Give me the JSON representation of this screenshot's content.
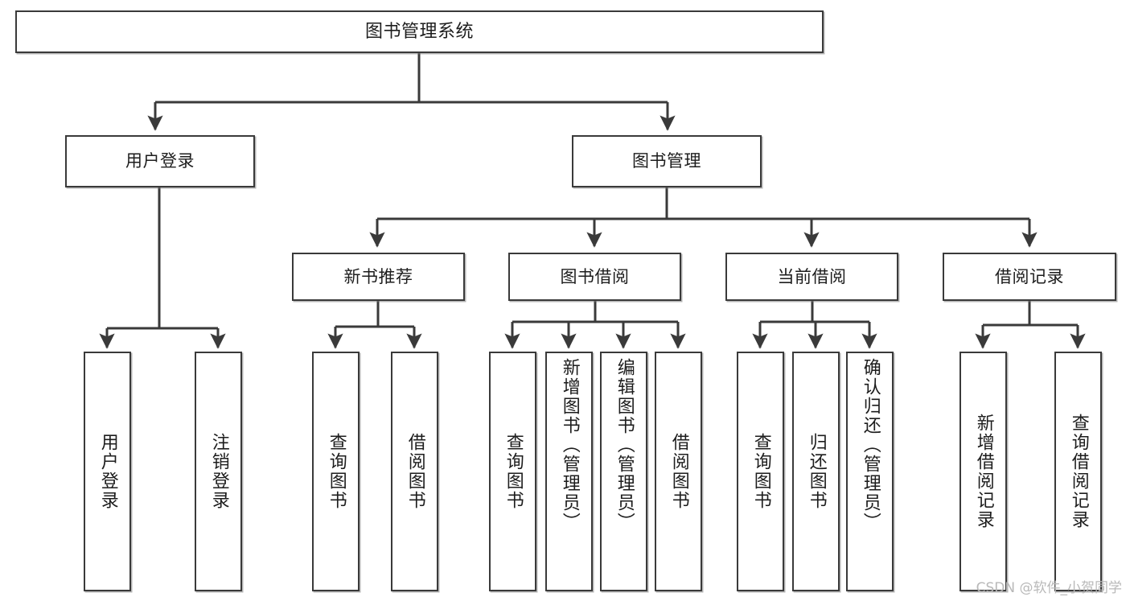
{
  "diagram": {
    "title": "图书管理系统",
    "type": "functional-decomposition-tree",
    "root": {
      "label": "图书管理系统"
    },
    "level2": [
      {
        "id": "user-login",
        "label": "用户登录"
      },
      {
        "id": "book-management",
        "label": "图书管理"
      }
    ],
    "level3": [
      {
        "id": "new-book-recommend",
        "label": "新书推荐",
        "parent": "book-management"
      },
      {
        "id": "book-borrow",
        "label": "图书借阅",
        "parent": "book-management"
      },
      {
        "id": "current-borrow",
        "label": "当前借阅",
        "parent": "book-management"
      },
      {
        "id": "borrow-record",
        "label": "借阅记录",
        "parent": "book-management"
      }
    ],
    "leaves": [
      {
        "id": "leaf-user-login",
        "label": "用户登录",
        "parent": "user-login"
      },
      {
        "id": "leaf-logout-login",
        "label": "注销登录",
        "parent": "user-login"
      },
      {
        "id": "leaf-query-book-1",
        "label": "查询图书",
        "parent": "new-book-recommend"
      },
      {
        "id": "leaf-borrow-book-1",
        "label": "借阅图书",
        "parent": "new-book-recommend"
      },
      {
        "id": "leaf-query-book-2",
        "label": "查询图书",
        "parent": "book-borrow"
      },
      {
        "id": "leaf-add-book",
        "label": "新增图书（管理员）",
        "parent": "book-borrow"
      },
      {
        "id": "leaf-edit-book",
        "label": "编辑图书（管理员）",
        "parent": "book-borrow"
      },
      {
        "id": "leaf-borrow-book-2",
        "label": "借阅图书",
        "parent": "book-borrow"
      },
      {
        "id": "leaf-query-book-3",
        "label": "查询图书",
        "parent": "current-borrow"
      },
      {
        "id": "leaf-return-book",
        "label": "归还图书",
        "parent": "current-borrow"
      },
      {
        "id": "leaf-confirm-return",
        "label": "确认归还（管理员）",
        "parent": "current-borrow"
      },
      {
        "id": "leaf-add-record",
        "label": "新增借阅记录",
        "parent": "borrow-record"
      },
      {
        "id": "leaf-query-record",
        "label": "查询借阅记录",
        "parent": "borrow-record"
      }
    ],
    "colors": {
      "stroke": "#3a3a3a",
      "fill": "#ffffff",
      "text": "#1d1d1d",
      "watermark": "#b9b9b9"
    }
  },
  "watermark": {
    "text": "CSDN @软件_小贺同学"
  }
}
